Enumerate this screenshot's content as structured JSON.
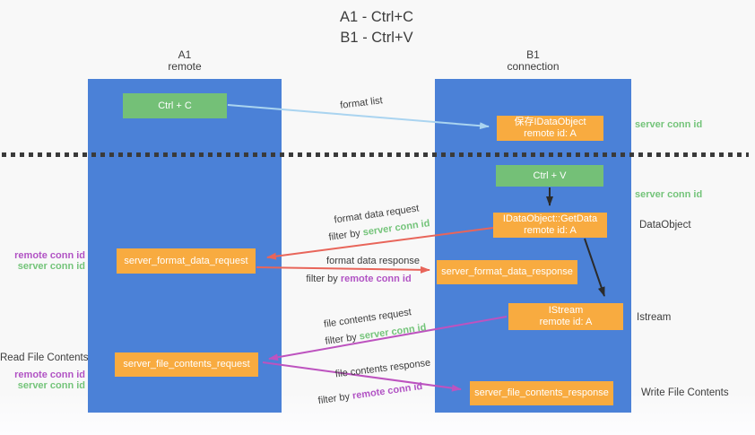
{
  "title": {
    "line1": "A1 - Ctrl+C",
    "line2": "B1 - Ctrl+V"
  },
  "lifelines": {
    "a1": {
      "name": "A1",
      "role": "remote"
    },
    "b1": {
      "name": "B1",
      "role": "connection"
    }
  },
  "boxes": {
    "ctrl_c": {
      "label": "Ctrl + C"
    },
    "save_idataobject": {
      "line1": "保存IDataObject",
      "line2": "remote id: A"
    },
    "ctrl_v": {
      "label": "Ctrl + V"
    },
    "getdata": {
      "line1": "IDataObject::GetData",
      "line2": "remote id: A"
    },
    "format_request": {
      "label": "server_format_data_request"
    },
    "format_response": {
      "label": "server_format_data_response"
    },
    "istream": {
      "line1": "IStream",
      "line2": "remote id: A"
    },
    "file_request": {
      "label": "server_file_contents_request"
    },
    "file_response": {
      "label": "server_file_contents_response"
    }
  },
  "arrows": {
    "format_list": {
      "label": "format list"
    },
    "format_data_request": {
      "label": "format data request",
      "filter_prefix": "filter by",
      "filter_key": "server conn id"
    },
    "format_data_response": {
      "label": "format data response",
      "filter_prefix": "filter by",
      "filter_key": "remote conn id"
    },
    "file_contents_request": {
      "label": "file contents request",
      "filter_prefix": "filter by",
      "filter_key": "server conn id"
    },
    "file_contents_response": {
      "label": "file contents response",
      "filter_prefix": "filter by",
      "filter_key": "remote conn id"
    }
  },
  "side_labels": {
    "right": {
      "server_conn_top": "server conn id",
      "server_conn_mid": "server conn id",
      "dataobject": "DataObject",
      "istream": "Istream",
      "write_file_contents": "Write File Contents"
    },
    "left": {
      "remote_conn_mid": "remote conn id",
      "server_conn_mid": "server conn id",
      "read_file_contents": "Read File Contents",
      "remote_conn_bottom": "remote conn id",
      "server_conn_bottom": "server conn id"
    }
  },
  "colors": {
    "lifeline_blue": "#4b81d7",
    "box_green": "#74c077",
    "box_orange": "#f8ab40",
    "arrow_red": "#e8655a",
    "arrow_magenta": "#bd53bf",
    "arrow_lightblue": "#aad4f0",
    "arrow_black": "#2b2b2b",
    "text_green": "#74c47a",
    "text_purple": "#b153c4",
    "text_dark": "#3c3c3c",
    "background": "#f8f8f8"
  }
}
